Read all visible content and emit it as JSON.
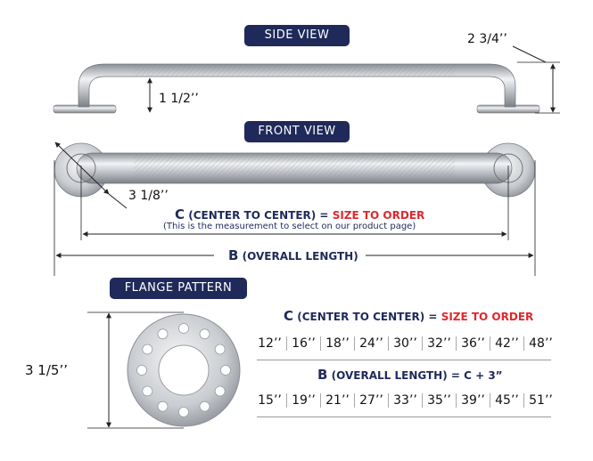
{
  "labels": {
    "side_view": "SIDE VIEW",
    "front_view": "FRONT VIEW",
    "flange_pattern": "FLANGE PATTERN"
  },
  "dimensions": {
    "depth": "2 3/4’’",
    "clearance": "1 1/2’’",
    "flange_diameter": "3 1/8’’",
    "flange_pattern_size": "3 1/5’’"
  },
  "center_to_center": {
    "letter": "C",
    "text": "(CENTER TO CENTER) =",
    "highlight": "SIZE TO ORDER",
    "note": "(This is the measurement to select on our product page)"
  },
  "overall_length": {
    "letter": "B",
    "text": "(OVERALL LENGTH)"
  },
  "size_table": {
    "c_letter": "C",
    "c_text": "(CENTER TO CENTER) =",
    "c_highlight": "SIZE TO ORDER",
    "c_sizes": [
      "12’’",
      "16’’",
      "18’’",
      "24’’",
      "30’’",
      "32’’",
      "36’’",
      "42’’",
      "48’’"
    ],
    "b_letter": "B",
    "b_text": "(OVERALL LENGTH) = C + 3”",
    "b_sizes": [
      "15’’",
      "19’’",
      "21’’",
      "27’’",
      "33’’",
      "35’’",
      "39’’",
      "45’’",
      "51’’"
    ]
  },
  "colors": {
    "navy": "#1f2a5a",
    "red": "#e0282e",
    "steel": "#b8bcc2"
  }
}
